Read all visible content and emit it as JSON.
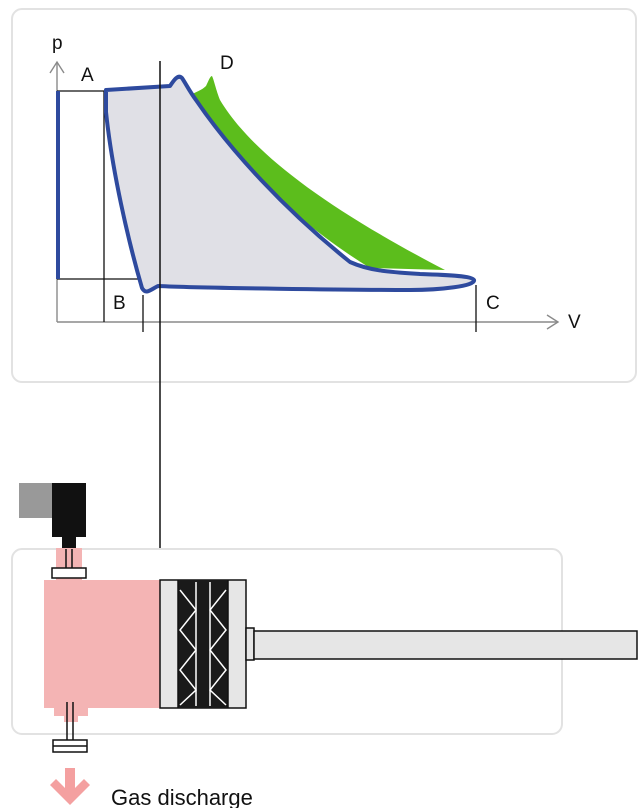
{
  "diagram": {
    "axis_labels": {
      "pressure": "p",
      "volume": "V"
    },
    "point_labels": {
      "a": "A",
      "b": "B",
      "c": "C",
      "d": "D"
    },
    "caption": "Gas discharge",
    "colors": {
      "cycle_outline": "#2e4a9e",
      "cycle_fill": "#e0e0e6",
      "excess_area": "#5cbd1c",
      "gas_chamber": "#f4b4b4",
      "discharge_arrow": "#f4a0a0",
      "panel_border": "#e2e2e2",
      "valve_actuator_dark": "#111111",
      "valve_actuator_grey": "#999999"
    }
  }
}
